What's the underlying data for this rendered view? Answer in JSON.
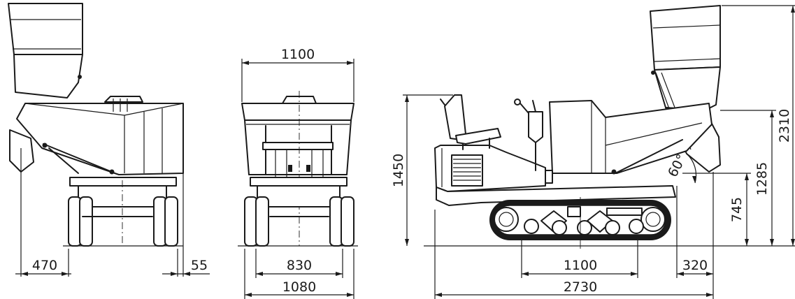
{
  "views": {
    "side_dumped": {
      "dims": {
        "left": "470",
        "right": "55"
      }
    },
    "front": {
      "dims": {
        "top": "1100",
        "inner": "830",
        "outer": "1080"
      }
    },
    "side": {
      "dims": {
        "height": "1450",
        "track_length": "1100",
        "rear_overhang": "320",
        "overall_length": "2730",
        "dump_angle": "60°",
        "pivot_height": "745",
        "dump_clearance": "1285",
        "max_height": "2310"
      }
    }
  }
}
